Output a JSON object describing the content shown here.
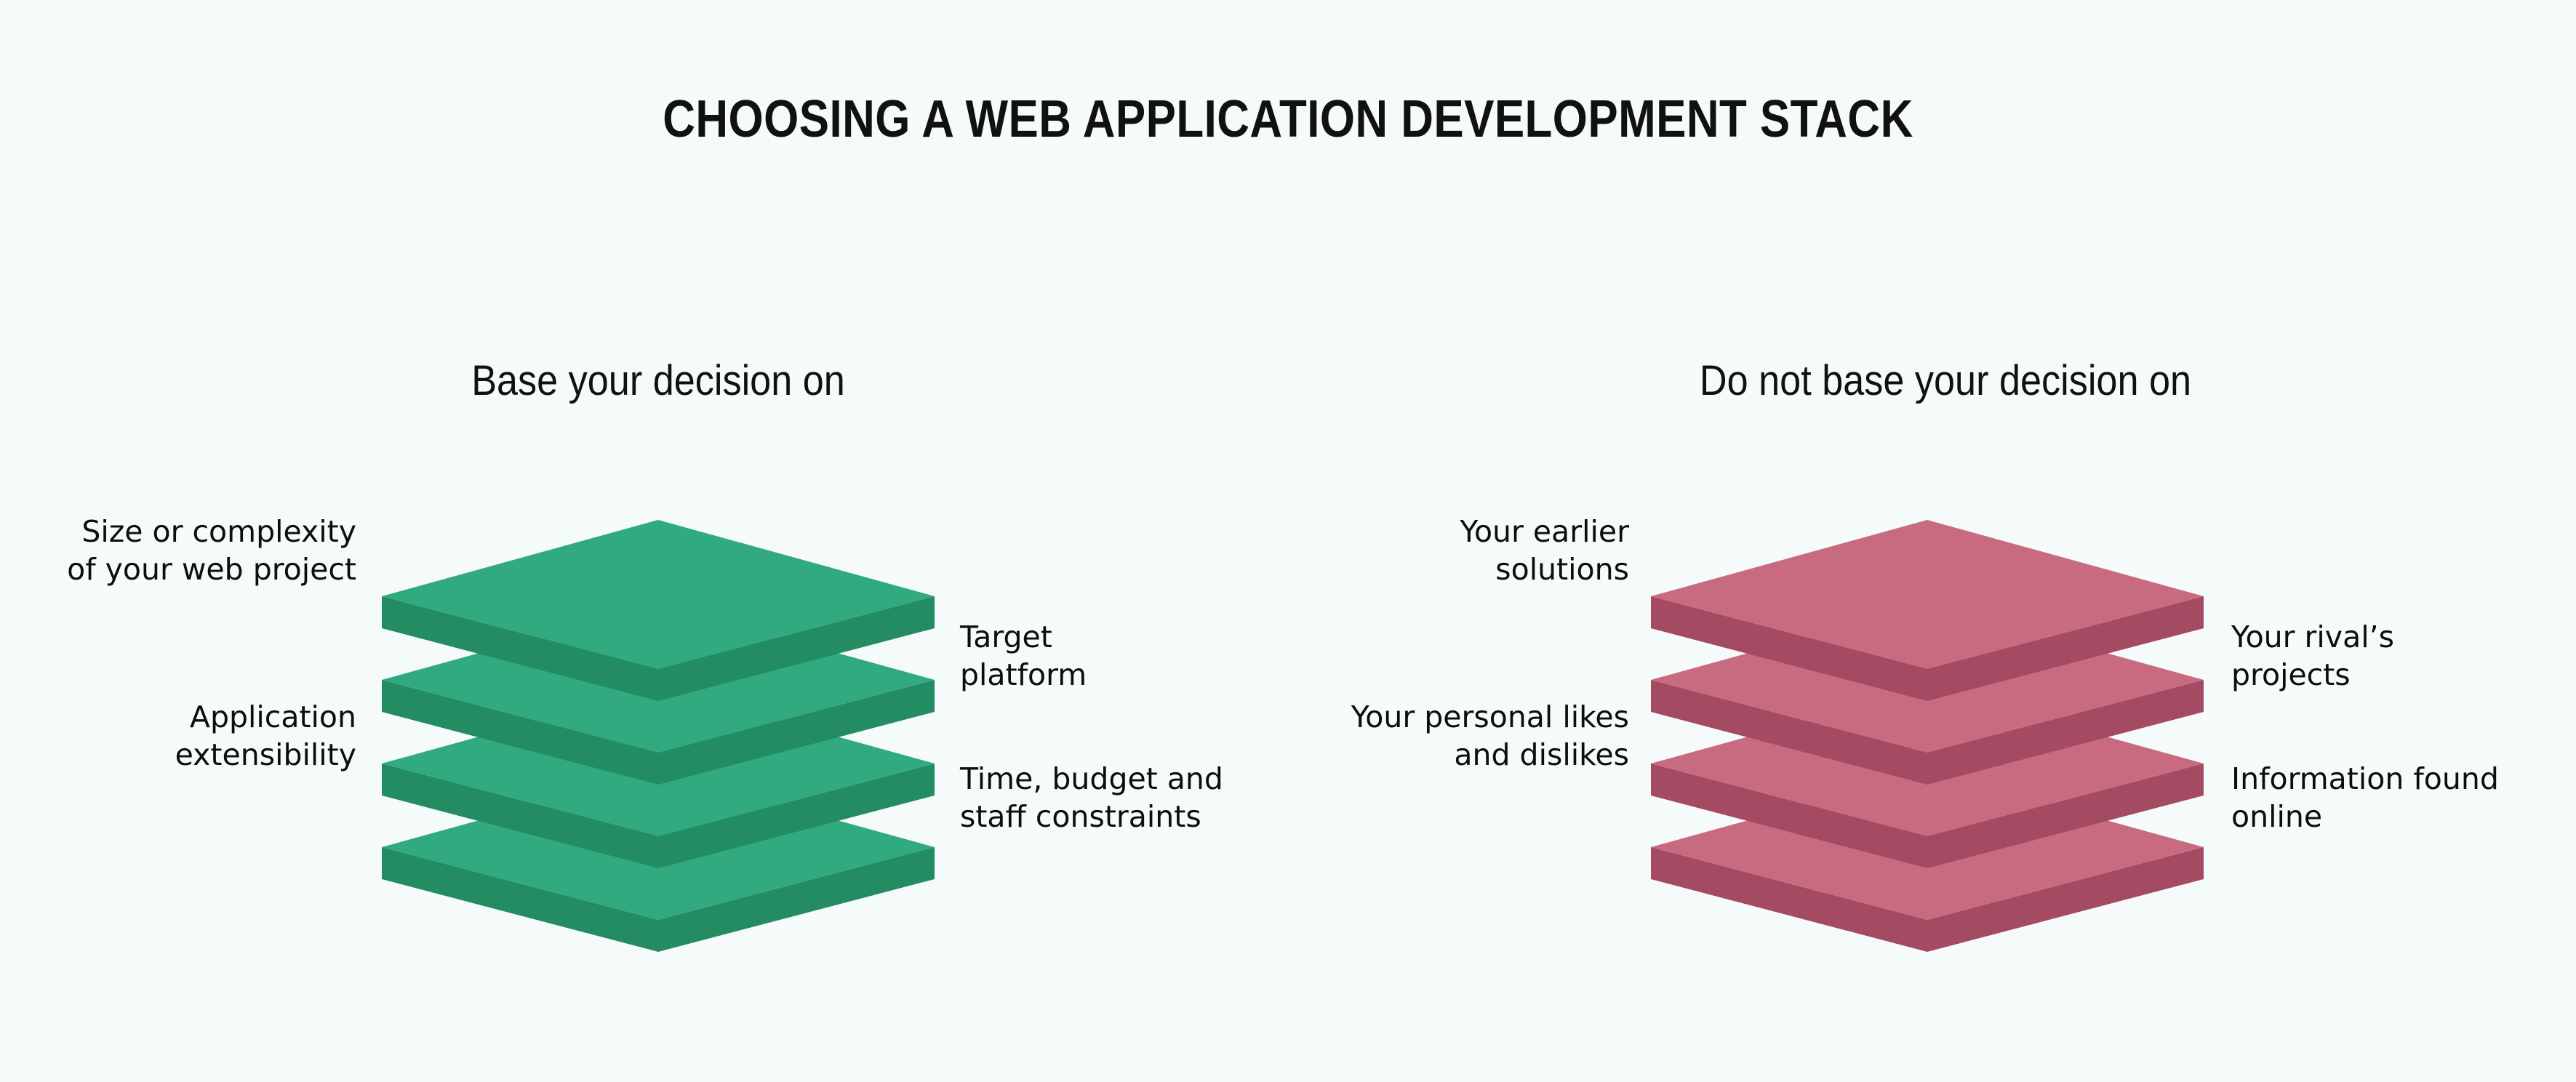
{
  "page": {
    "title": "CHOOSING A WEB APPLICATION DEVELOPMENT STACK",
    "background_color": "#f5fafa",
    "text_color": "#0d0d0d"
  },
  "chart_data": {
    "type": "diagram",
    "subtype": "isometric-layer-stack-comparison",
    "title": "CHOOSING A WEB APPLICATION DEVELOPMENT STACK",
    "columns": [
      {
        "heading": "Base your decision on",
        "accent_color": "#31aa80",
        "accent_shadow_color": "#238c63",
        "layer_count": 4,
        "labels_left": [
          "Size or complexity\nof your web project",
          "Application\nextensibility"
        ],
        "labels_right": [
          "Target\nplatform",
          "Time, budget and\nstaff constraints"
        ]
      },
      {
        "heading": "Do not base your decision on",
        "accent_color": "#c86b80",
        "accent_shadow_color": "#a44a62",
        "layer_count": 4,
        "labels_left": [
          "Your earlier\nsolutions",
          "Your personal likes\nand dislikes"
        ],
        "labels_right": [
          "Your rival’s\nprojects",
          "Information found\nonline"
        ]
      }
    ]
  },
  "left_column": {
    "heading": "Base your decision on",
    "label_size_complexity": "Size or complexity\nof your web project",
    "label_application_extensibility": "Application\nextensibility",
    "label_target_platform": "Target\nplatform",
    "label_time_budget_staff": "Time, budget and\nstaff constraints"
  },
  "right_column": {
    "heading": "Do not base your decision on",
    "label_earlier_solutions": "Your earlier\nsolutions",
    "label_personal_likes": "Your personal likes\nand dislikes",
    "label_rivals_projects": "Your rival’s\nprojects",
    "label_information_online": "Information found\nonline"
  },
  "colors": {
    "green_top": "#31aa80",
    "green_side": "#238c63",
    "pink_top": "#c86b80",
    "pink_side": "#a44a62",
    "background": "#f5fafa"
  }
}
